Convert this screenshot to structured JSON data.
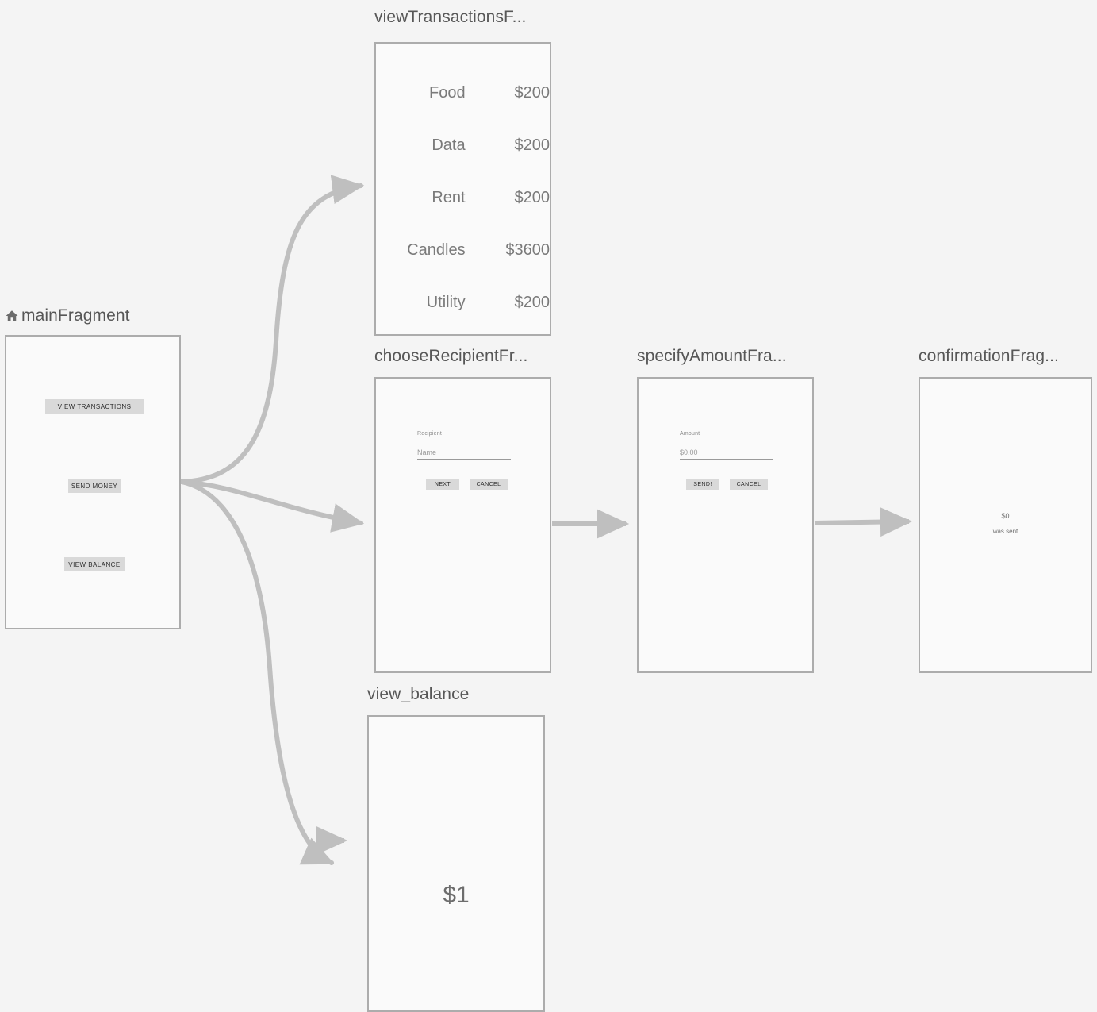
{
  "canvas": {
    "background": "#f4f4f4",
    "edge_color": "#bfbfbf",
    "card_border": "#acacac",
    "card_fill": "#fafafa",
    "button_fill": "#d9d9d9",
    "title_color": "#575757"
  },
  "destinations": {
    "main": {
      "title": "mainFragment",
      "is_start": true,
      "start_icon": "home-icon",
      "buttons": [
        {
          "label": "VIEW TRANSACTIONS"
        },
        {
          "label": "SEND MONEY"
        },
        {
          "label": "VIEW BALANCE"
        }
      ]
    },
    "transactions": {
      "title": "viewTransactionsF...",
      "rows": [
        {
          "name": "Food",
          "amount": "$200"
        },
        {
          "name": "Data",
          "amount": "$200"
        },
        {
          "name": "Rent",
          "amount": "$200"
        },
        {
          "name": "Candles",
          "amount": "$3600"
        },
        {
          "name": "Utility",
          "amount": "$200"
        }
      ]
    },
    "choose_recipient": {
      "title": "chooseRecipientFr...",
      "field_label": "Recipient",
      "field_placeholder": "Name",
      "primary_button": "NEXT",
      "secondary_button": "CANCEL"
    },
    "specify_amount": {
      "title": "specifyAmountFra...",
      "field_label": "Amount",
      "field_placeholder": "$0.00",
      "primary_button": "SEND!",
      "secondary_button": "CANCEL"
    },
    "confirmation": {
      "title": "confirmationFrag...",
      "amount": "$0",
      "message": "was sent"
    },
    "view_balance": {
      "title": "view_balance",
      "amount": "$1"
    }
  },
  "connections": [
    {
      "from": "main",
      "to": "transactions",
      "type": "curve"
    },
    {
      "from": "main",
      "to": "choose_recipient",
      "type": "curve"
    },
    {
      "from": "main",
      "to": "view_balance",
      "type": "curve"
    },
    {
      "from": "main",
      "to": "view_balance",
      "type": "stub"
    },
    {
      "from": "choose_recipient",
      "to": "specify_amount",
      "type": "straight"
    },
    {
      "from": "specify_amount",
      "to": "confirmation",
      "type": "straight"
    }
  ]
}
